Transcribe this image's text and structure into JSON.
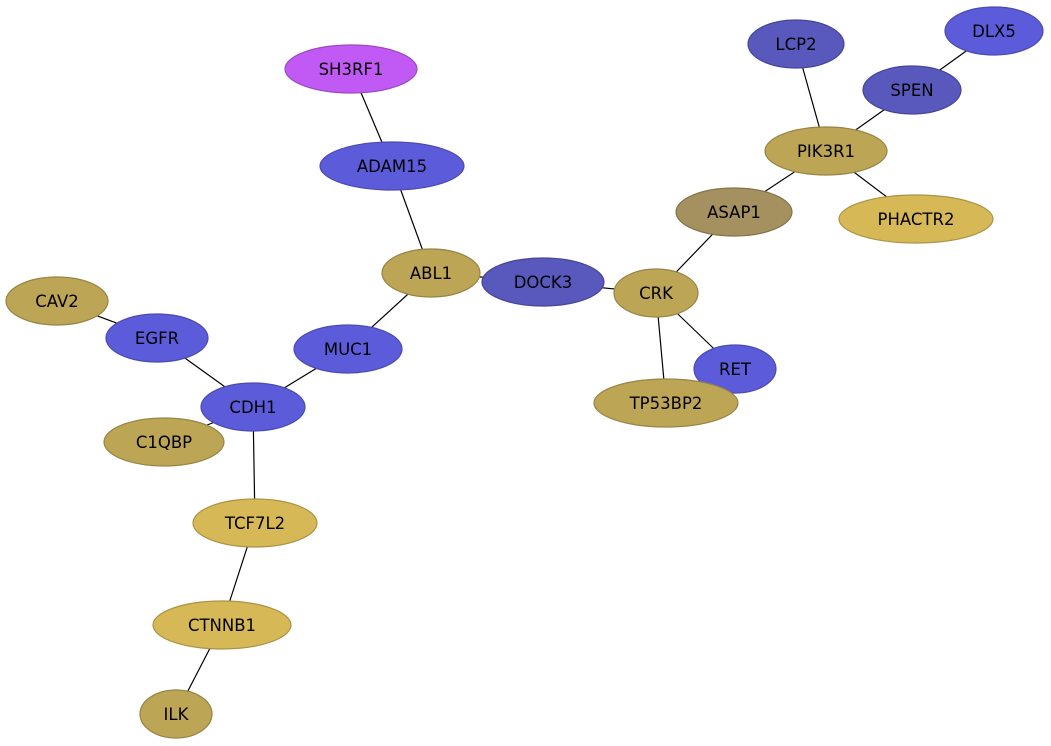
{
  "colors": {
    "blue": "#5c5cdb",
    "blue_dark": "#5858bd",
    "gold": "#bda556",
    "gold_bright": "#d6b856",
    "olive": "#a5915f",
    "magenta": "#c15af4",
    "background": "#ffffff"
  },
  "nodes": {
    "SH3RF1": {
      "label": "SH3RF1",
      "color": "magenta"
    },
    "ADAM15": {
      "label": "ADAM15",
      "color": "blue"
    },
    "ABL1": {
      "label": "ABL1",
      "color": "gold"
    },
    "DOCK3": {
      "label": "DOCK3",
      "color": "blue_dark"
    },
    "CRK": {
      "label": "CRK",
      "color": "gold"
    },
    "RET": {
      "label": "RET",
      "color": "blue"
    },
    "TP53BP2": {
      "label": "TP53BP2",
      "color": "gold"
    },
    "ASAP1": {
      "label": "ASAP1",
      "color": "olive"
    },
    "PIK3R1": {
      "label": "PIK3R1",
      "color": "gold"
    },
    "PHACTR2": {
      "label": "PHACTR2",
      "color": "gold_bright"
    },
    "LCP2": {
      "label": "LCP2",
      "color": "blue_dark"
    },
    "SPEN": {
      "label": "SPEN",
      "color": "blue_dark"
    },
    "DLX5": {
      "label": "DLX5",
      "color": "blue"
    },
    "MUC1": {
      "label": "MUC1",
      "color": "blue"
    },
    "CDH1": {
      "label": "CDH1",
      "color": "blue"
    },
    "EGFR": {
      "label": "EGFR",
      "color": "blue"
    },
    "CAV2": {
      "label": "CAV2",
      "color": "gold"
    },
    "C1QBP": {
      "label": "C1QBP",
      "color": "gold"
    },
    "TCF7L2": {
      "label": "TCF7L2",
      "color": "gold_bright"
    },
    "CTNNB1": {
      "label": "CTNNB1",
      "color": "gold_bright"
    },
    "ILK": {
      "label": "ILK",
      "color": "gold"
    }
  },
  "edges": [
    [
      "SH3RF1",
      "ADAM15"
    ],
    [
      "ADAM15",
      "ABL1"
    ],
    [
      "ABL1",
      "DOCK3"
    ],
    [
      "ABL1",
      "MUC1"
    ],
    [
      "DOCK3",
      "CRK"
    ],
    [
      "CRK",
      "ASAP1"
    ],
    [
      "CRK",
      "RET"
    ],
    [
      "CRK",
      "TP53BP2"
    ],
    [
      "ASAP1",
      "PIK3R1"
    ],
    [
      "PIK3R1",
      "LCP2"
    ],
    [
      "PIK3R1",
      "SPEN"
    ],
    [
      "PIK3R1",
      "PHACTR2"
    ],
    [
      "SPEN",
      "DLX5"
    ],
    [
      "MUC1",
      "CDH1"
    ],
    [
      "CDH1",
      "EGFR"
    ],
    [
      "CDH1",
      "C1QBP"
    ],
    [
      "CDH1",
      "TCF7L2"
    ],
    [
      "EGFR",
      "CAV2"
    ],
    [
      "TCF7L2",
      "CTNNB1"
    ],
    [
      "CTNNB1",
      "ILK"
    ]
  ]
}
